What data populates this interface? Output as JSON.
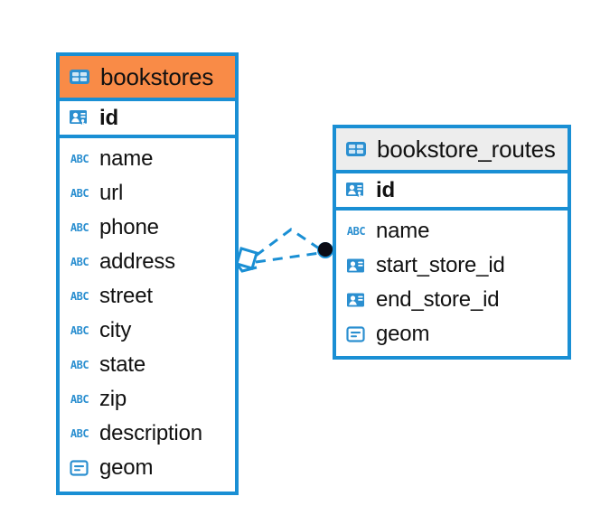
{
  "diagram": {
    "type": "entity-relationship-diagram",
    "background": "#ffffff",
    "accent_color": "#1a8fd4",
    "highlight_color": "#f98b47",
    "header_grey": "#ededed"
  },
  "entities": [
    {
      "name": "bookstores",
      "header_style": "orange",
      "primary_key": {
        "label": "id",
        "icon": "primary-key-icon"
      },
      "fields": [
        {
          "label": "name",
          "icon": "abc-text-icon"
        },
        {
          "label": "url",
          "icon": "abc-text-icon"
        },
        {
          "label": "phone",
          "icon": "abc-text-icon"
        },
        {
          "label": "address",
          "icon": "abc-text-icon"
        },
        {
          "label": "street",
          "icon": "abc-text-icon"
        },
        {
          "label": "city",
          "icon": "abc-text-icon"
        },
        {
          "label": "state",
          "icon": "abc-text-icon"
        },
        {
          "label": "zip",
          "icon": "abc-text-icon"
        },
        {
          "label": "description",
          "icon": "abc-text-icon"
        },
        {
          "label": "geom",
          "icon": "geometry-icon"
        }
      ]
    },
    {
      "name": "bookstore_routes",
      "header_style": "grey",
      "primary_key": {
        "label": "id",
        "icon": "primary-key-icon"
      },
      "fields": [
        {
          "label": "name",
          "icon": "abc-text-icon"
        },
        {
          "label": "start_store_id",
          "icon": "foreign-key-icon"
        },
        {
          "label": "end_store_id",
          "icon": "foreign-key-icon"
        },
        {
          "label": "geom",
          "icon": "geometry-icon"
        }
      ]
    }
  ],
  "relationship": {
    "style": "dashed",
    "color": "#1a8fd4",
    "source_marker": "diamond-outline",
    "target_marker": "filled-circle",
    "target_marker_color": "#0b0b14"
  },
  "icon_text": {
    "abc": "ABC"
  }
}
